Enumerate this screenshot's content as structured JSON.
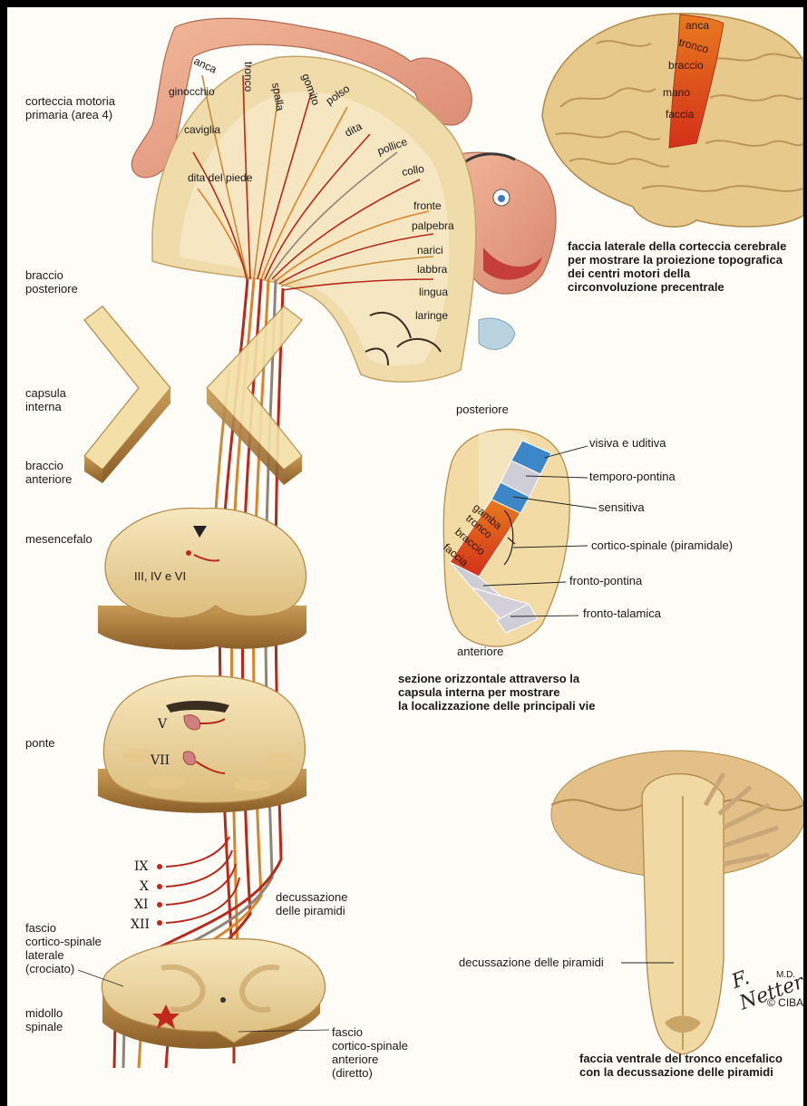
{
  "homunculus_labels": {
    "anca": "anca",
    "tronco": "tronco",
    "spalla": "spalla",
    "gomito": "gomito",
    "polso": "polso",
    "ginocchio": "ginocchio",
    "caviglia": "caviglia",
    "dita_piede": "dita del piede",
    "dita": "dita",
    "pollice": "pollice",
    "collo": "collo",
    "fronte": "fronte",
    "palpebra": "palpebra",
    "narici": "narici",
    "labbra": "labbra",
    "lingua": "lingua",
    "laringe": "laringe"
  },
  "left_labels": {
    "corteccia": "corteccia motoria\nprimaria (area 4)",
    "braccio_posteriore": "braccio\nposteriore",
    "capsula_interna": "capsula\ninterna",
    "braccio_anteriore": "braccio\nanteriore",
    "mesencefalo": "mesencefalo",
    "ponte": "ponte",
    "fascio_laterale": "fascio\ncortico-spinale\nlaterale\n(crociato)",
    "midollo": "midollo\nspinale"
  },
  "nuclei": {
    "mesencefalo": "III, IV e VI",
    "ponte_v": "V",
    "ponte_vii": "VII",
    "ix": "IX",
    "x": "X",
    "xi": "XI",
    "xii": "XII"
  },
  "decussazione_label": "decussazione\ndelle piramidi",
  "fascio_anteriore": "fascio\ncortico-spinale\nanteriore\n(diretto)",
  "brain_lateral": {
    "labels": [
      "anca",
      "tronco",
      "braccio",
      "mano",
      "faccia"
    ],
    "caption": "faccia laterale della corteccia cerebrale\nper mostrare la proiezione topografica\ndei centri motori della\ncirconvoluzione precentrale"
  },
  "capsule_section": {
    "posteriore": "posteriore",
    "anteriore": "anteriore",
    "inner_labels": [
      "gamba",
      "tronco",
      "braccio",
      "faccia"
    ],
    "pathways": [
      "visiva e uditiva",
      "temporo-pontina",
      "sensitiva",
      "cortico-spinale (piramidale)",
      "fronto-pontina",
      "fronto-talamica"
    ],
    "caption": "sezione orizzontale attraverso la\ncapsula interna per mostrare\nla localizzazione delle principali vie"
  },
  "brainstem_ventral": {
    "label": "decussazione delle piramidi",
    "caption": "faccia ventrale del tronco encefalico\ncon la decussazione delle piramidi"
  },
  "signature": {
    "name": "F. Netter",
    "md": "M.D.",
    "copyright": "© CIBA"
  },
  "colors": {
    "tissue": "#f3dfa8",
    "tissue_dark": "#c9a567",
    "fiber_red": "#b8291b",
    "fiber_orange": "#d9832a",
    "fiber_gray": "#8f8478",
    "motor_red": "#d8361c",
    "blue": "#3d86c8"
  }
}
